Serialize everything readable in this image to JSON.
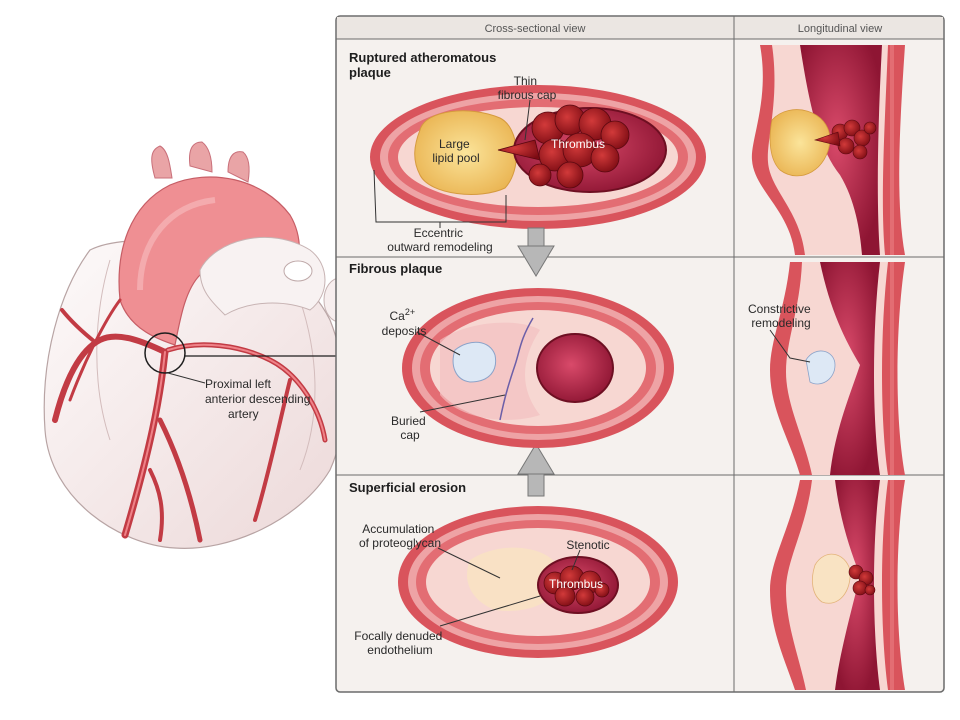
{
  "headers": {
    "cross_sectional": "Cross-sectional view",
    "longitudinal": "Longitudinal view"
  },
  "heart": {
    "artery_label": [
      "Proximal left",
      "anterior descending",
      "artery"
    ]
  },
  "panels": {
    "ruptured": {
      "title": [
        "Ruptured atheromatous",
        "plaque"
      ],
      "thin_cap": [
        "Thin",
        "fibrous cap"
      ],
      "lipid_pool": [
        "Large",
        "lipid pool"
      ],
      "thrombus": "Thrombus",
      "remodeling": [
        "Eccentric",
        "outward remodeling"
      ]
    },
    "fibrous": {
      "title": "Fibrous plaque",
      "ca_line1_base": "Ca",
      "ca_line1_sup": "2+",
      "ca_line2": "deposits",
      "buried_cap": [
        "Buried",
        "cap"
      ],
      "constrictive": [
        "Constrictive",
        "remodeling"
      ]
    },
    "erosion": {
      "title": "Superficial erosion",
      "proteoglycan": [
        "Accumulation",
        "of proteoglycan"
      ],
      "stenotic": "Stenotic",
      "thrombus": "Thrombus",
      "denuded": [
        "Focally denuded",
        "endothelium"
      ]
    }
  },
  "colors": {
    "wall_outer": "#d9545c",
    "wall_mid": "#eea3a5",
    "intima": "#f7d7d2",
    "lumen": "#a51f3d",
    "lipid": "#f2c96a",
    "thrombus": "#a6121e",
    "panel_bg": "#f5f1ee",
    "border": "#6b6b6b"
  }
}
